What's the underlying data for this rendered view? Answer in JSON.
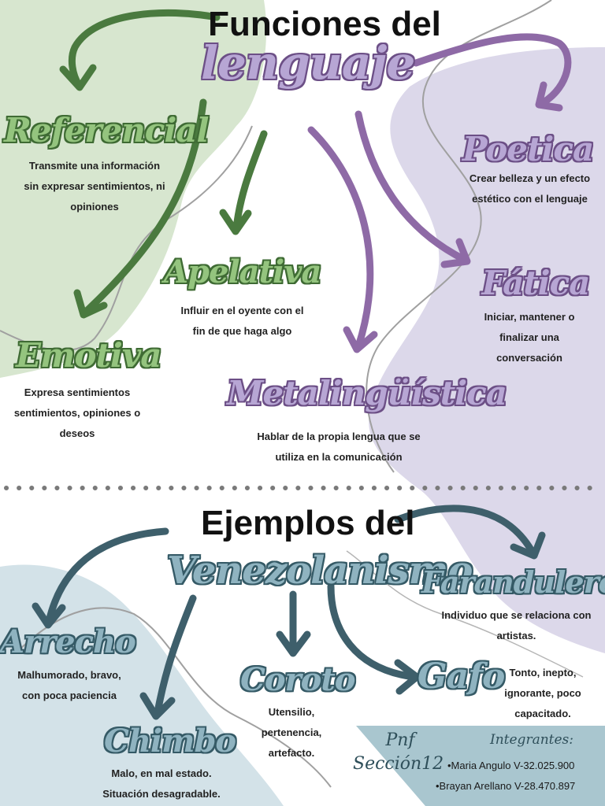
{
  "top": {
    "heading_line1": "Funciones del",
    "heading_line2": "lenguaje",
    "functions": [
      {
        "name": "Referencial",
        "desc": [
          "Transmite una información",
          "sin expresar sentimientos, ni",
          "opiniones"
        ]
      },
      {
        "name": "Poetica",
        "desc": [
          "Crear belleza y un efecto",
          "estético con el lenguaje"
        ]
      },
      {
        "name": "Apelativa",
        "desc": [
          "Influir en el oyente con el",
          "fin de que haga algo"
        ]
      },
      {
        "name": "Fática",
        "desc": [
          "Iniciar, mantener o",
          "finalizar una",
          "conversación"
        ]
      },
      {
        "name": "Emotiva",
        "desc": [
          "Expresa sentimientos",
          "sentimientos, opiniones o",
          "deseos"
        ]
      },
      {
        "name": "Metalingüística",
        "desc": [
          "Hablar de la propia lengua que se",
          "utiliza en la comunicación"
        ]
      }
    ]
  },
  "bottom": {
    "heading_line1": "Ejemplos del",
    "heading_line2": "Venezolanismo",
    "examples": [
      {
        "name": "Farandulero",
        "desc": [
          "Individuo que se relaciona con",
          "artistas."
        ]
      },
      {
        "name": "Arrecho",
        "desc": [
          "Malhumorado, bravo,",
          "con poca paciencia"
        ]
      },
      {
        "name": "Coroto",
        "desc": [
          "Utensilio,",
          "pertenencia,",
          "artefacto."
        ]
      },
      {
        "name": "Gafo",
        "desc": [
          "Tonto, inepto,",
          "ignorante, poco",
          "capacitado."
        ]
      },
      {
        "name": "Chimbo",
        "desc": [
          "Malo, en mal estado.",
          "Situación desagradable."
        ]
      }
    ]
  },
  "footer": {
    "pnf": "Pnf",
    "section": "Sección12",
    "members_title": "Integrantes:",
    "members": [
      "•Maria Angulo V-32.025.900",
      "•Brayan Arellano V-28.470.897"
    ]
  },
  "colors": {
    "green": "#4a7a3f",
    "purple": "#8e6aa6",
    "teal": "#3e5f6b",
    "green_bg": "#d7e6cf",
    "purple_bg": "#dcd8ea",
    "blue_bg": "#d3e2e8"
  }
}
